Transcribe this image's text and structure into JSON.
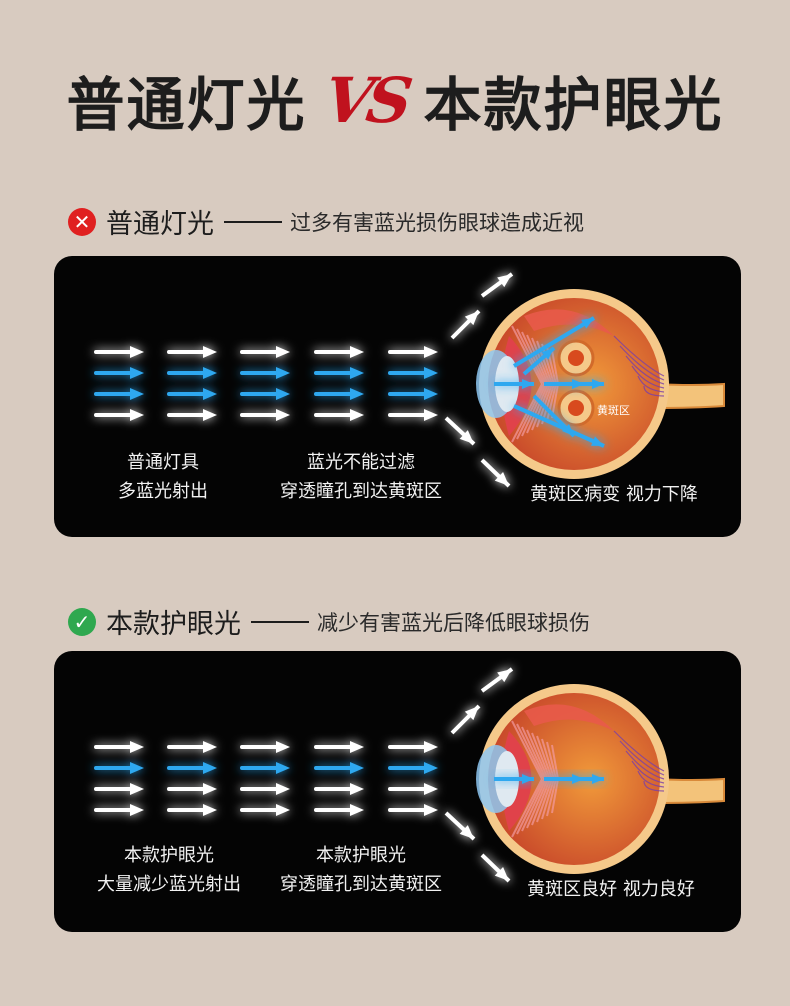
{
  "header": {
    "left_title": "普通灯光",
    "vs": "VS",
    "right_title": "本款护眼光"
  },
  "section_bad": {
    "icon": "cross-icon",
    "icon_color": "#e02020",
    "name": "普通灯光",
    "desc": "过多有害蓝光损伤眼球造成近视",
    "caption1": [
      "普通灯具",
      "多蓝光射出"
    ],
    "caption2": [
      "蓝光不能过滤",
      "穿透瞳孔到达黄斑区"
    ],
    "caption3": "黄斑区病变  视力下降",
    "macula_label": "黄斑区"
  },
  "section_good": {
    "icon": "check-icon",
    "icon_color": "#2fa84f",
    "name": "本款护眼光",
    "desc": "减少有害蓝光后降低眼球损伤",
    "caption1": [
      "本款护眼光",
      "大量减少蓝光射出"
    ],
    "caption2": [
      "本款护眼光",
      "穿透瞳孔到达黄斑区"
    ],
    "caption3": "黄斑区良好  视力良好"
  },
  "colors": {
    "background": "#d8cbc0",
    "panel": "#040404",
    "accent_red": "#c0121e",
    "blue_light": "#2fa8f0"
  }
}
